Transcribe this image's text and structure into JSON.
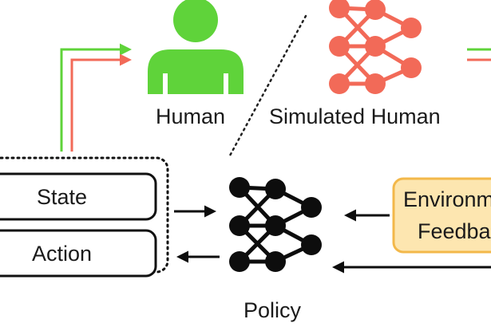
{
  "labels": {
    "human": "Human",
    "simulated_human": "Simulated Human",
    "state": "State",
    "action": "Action",
    "policy": "Policy",
    "env_line1": "Environm",
    "env_line2": "Feedba"
  },
  "colors": {
    "human_green": "#5fd33a",
    "sim_red": "#f26a58",
    "black": "#0d0d0d",
    "env_fill": "#fde6b0",
    "env_stroke": "#f3b84a"
  },
  "icons": {
    "human": "person-icon",
    "simulated_human": "neural-network-icon",
    "policy": "neural-network-icon"
  }
}
